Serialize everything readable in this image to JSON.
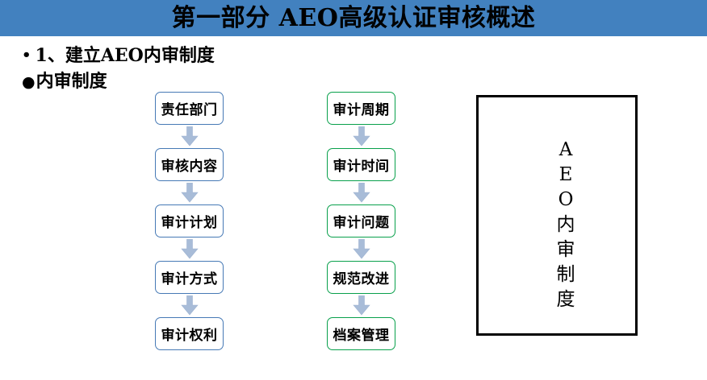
{
  "slide": {
    "title": "第一部分  AEO高级认证审核概述",
    "title_band_color": "#4281bf",
    "background_color": "#ffffff"
  },
  "bullets": [
    {
      "marker": "•",
      "text": "1、建立AEO内审制度"
    },
    {
      "marker": "●",
      "text": "内审制度"
    }
  ],
  "flow_columns": [
    {
      "name": "left-column",
      "border_color": "#4679b5",
      "arrow_color": "#a8bcd8",
      "nodes": [
        {
          "label": "责任部门"
        },
        {
          "label": "审核内容"
        },
        {
          "label": "审计计划"
        },
        {
          "label": "审计方式"
        },
        {
          "label": "审计权利"
        }
      ]
    },
    {
      "name": "right-column",
      "border_color": "#08a04b",
      "arrow_color": "#a8bcd8",
      "nodes": [
        {
          "label": "审计周期"
        },
        {
          "label": "审计时间"
        },
        {
          "label": "审计问题"
        },
        {
          "label": "规范改进"
        },
        {
          "label": "档案管理"
        }
      ]
    }
  ],
  "right_panel": {
    "border_color": "#000000",
    "vertical_characters": [
      "A",
      "E",
      "O",
      "内",
      "审",
      "制",
      "度"
    ]
  }
}
